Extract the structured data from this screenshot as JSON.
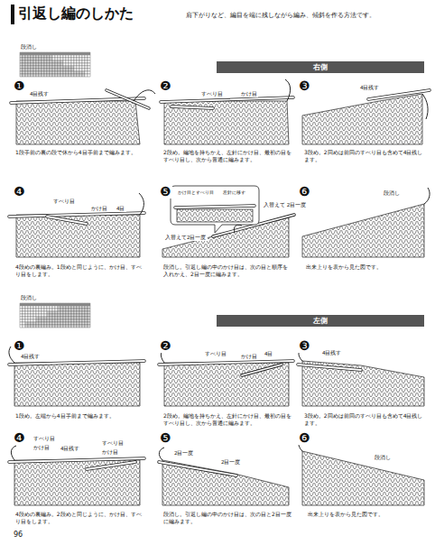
{
  "diagram": {
    "title": "引返し編のしかた",
    "nodes": [
      {
        "text": [
          "右側"
        ]
      },
      {
        "text": [
          "左側"
        ]
      }
    ],
    "labels": [
      "肩下がりなど、編目を端に残しながら編み、傾斜を作る方法です。",
      "段消し",
      "❶",
      "4目残す",
      "1段手前の裏の段で休から4目手前まで編みます。",
      "❷",
      "すべり目",
      "かけ目",
      "2段め。編地を持ちかえ、左針にかけ目、最初の目をすべり目し、次から普通に編みます。",
      "❸",
      "4目残す",
      "3段め。2回めは前回のすべり目も含めて4目残します。",
      "❹",
      "すべり目",
      "かけ目",
      "4目",
      "4段めの裏編み。1段めと同じように、かけ目、すべり目をします。",
      "❺",
      "かけ目とすべり目",
      "左針に移す",
      "入替えて 2目一度",
      "入替えて2目一度",
      "段消し。引返し編の中のかけ目は、次の目と順序を入れかえ、2目一度に編みます。",
      "❻",
      "段消し",
      "出来上りを表から見た図です。",
      "段消し",
      "❶",
      "4目残す",
      "1段め。左端から4目手前まで編みます。",
      "❷",
      "すべり目",
      "かけ目",
      "4目",
      "2段め。編地を持ちかえ、左針にかけ目、最初の目をすべり目し、次から普通に編みます。",
      "❸",
      "4目残す",
      "3段め。2回めは前回のすべり目も含めて4目残します。",
      "❹",
      "すべり目",
      "かけ目",
      "4目残す",
      "すべり目",
      "かけ目",
      "4段めの裏編み。2段めと同じように、かけ目、すべり目をします。",
      "❺",
      "2目一度",
      "2目一度",
      "段消し。引返し編の中のかけ目は、次の目と2目一度に編みます。",
      "❻",
      "段消し",
      "出来上りを表から見た図です。",
      "96"
    ]
  }
}
